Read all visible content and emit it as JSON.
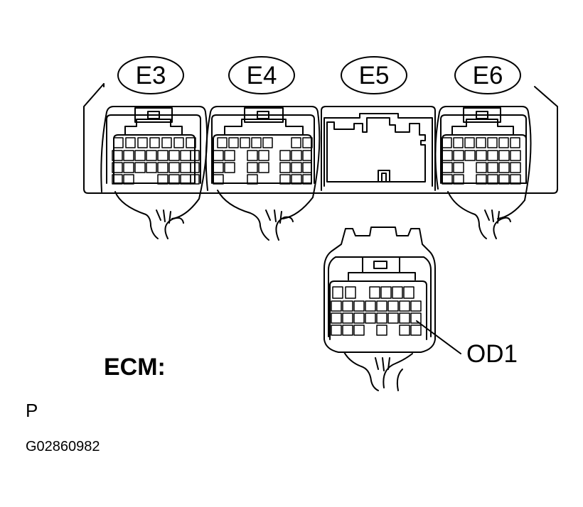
{
  "connectors": [
    {
      "id": "E3",
      "label": "E3"
    },
    {
      "id": "E4",
      "label": "E4"
    },
    {
      "id": "E5",
      "label": "E5"
    },
    {
      "id": "E6",
      "label": "E6"
    }
  ],
  "callout_label": "OD1",
  "title": "ECM:",
  "note": "P",
  "figure_code": "G02860982"
}
